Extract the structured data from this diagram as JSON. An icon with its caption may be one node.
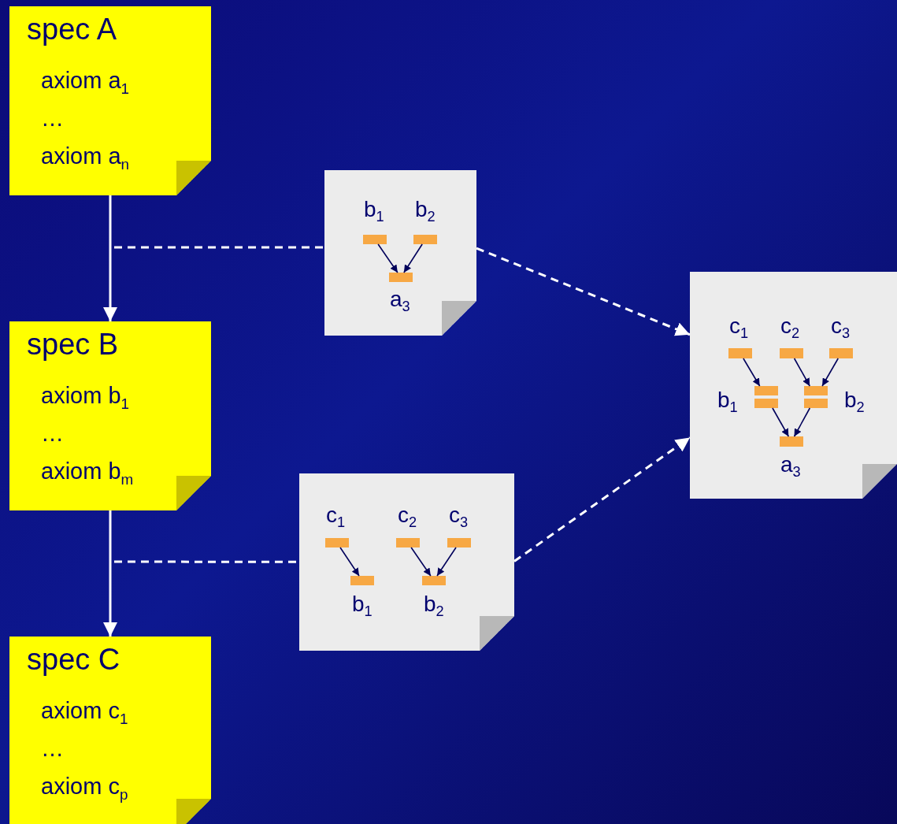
{
  "diagram": {
    "nodes": [
      {
        "text": [
          "spec A",
          "axiom a$_{1}$",
          "…",
          "axiom a$_{n}$"
        ]
      },
      {
        "text": [
          "spec B",
          "axiom b$_{1}$",
          "…",
          "axiom b$_{m}$"
        ]
      },
      {
        "text": [
          "spec C",
          "axiom c$_{1}$",
          "…",
          "axiom c$_{p}$"
        ]
      },
      {
        "text": [],
        "shape": "box"
      },
      {
        "text": [],
        "shape": "bar",
        "in": 3,
        "beside": [
          "b$_{1}$"
        ]
      },
      {
        "text": [],
        "shape": "bar",
        "in": 3,
        "beside": [
          "b$_{2}$"
        ]
      },
      {
        "text": [],
        "shape": "bar",
        "in": 3,
        "beside": [
          "a$_{3}$"
        ]
      },
      {
        "text": [],
        "shape": "box"
      },
      {
        "text": [],
        "shape": "bar",
        "in": 7,
        "beside": [
          "c$_{1}$"
        ]
      },
      {
        "text": [],
        "shape": "bar",
        "in": 7,
        "beside": [
          "c$_{2}$"
        ]
      },
      {
        "text": [],
        "shape": "bar",
        "in": 7,
        "beside": [
          "c$_{3}$"
        ]
      },
      {
        "text": [],
        "shape": "bar",
        "in": 7,
        "beside": [
          "b$_{1}$"
        ]
      },
      {
        "text": [],
        "shape": "bar",
        "in": 7,
        "beside": [
          "b$_{2}$"
        ]
      },
      {
        "text": [],
        "shape": "box"
      },
      {
        "text": [],
        "shape": "bar",
        "in": 13,
        "beside": [
          "c$_{1}$"
        ]
      },
      {
        "text": [],
        "shape": "bar",
        "in": 13,
        "beside": [
          "c$_{2}$"
        ]
      },
      {
        "text": [],
        "shape": "bar",
        "in": 13,
        "beside": [
          "c$_{3}$"
        ]
      },
      {
        "text": [],
        "shape": "bar",
        "in": 13,
        "beside": [
          "b$_{1}$"
        ]
      },
      {
        "text": [],
        "shape": "bar",
        "in": 13,
        "beside": [
          "b$_{2}$"
        ]
      },
      {
        "text": [],
        "shape": "bar",
        "in": 13,
        "beside": [
          "a$_{3}$"
        ]
      }
    ],
    "edges": [
      {
        "from": 0,
        "to": 1,
        "arrow": "to",
        "color": "#ffffff"
      },
      {
        "from": 1,
        "to": 2,
        "arrow": "to",
        "color": "#ffffff"
      },
      {
        "from": null,
        "to": 3,
        "arrow": "none",
        "style": "dashed",
        "color": "#ffffff"
      },
      {
        "from": null,
        "to": 7,
        "arrow": "none",
        "style": "dashed",
        "color": "#ffffff"
      },
      {
        "from": 3,
        "to": 13,
        "arrow": "to",
        "style": "dashed",
        "color": "#ffffff"
      },
      {
        "from": 7,
        "to": 13,
        "arrow": "to",
        "style": "dashed",
        "color": "#ffffff"
      },
      {
        "from": 4,
        "to": 6,
        "arrow": "to"
      },
      {
        "from": 5,
        "to": 6,
        "arrow": "to"
      },
      {
        "from": 8,
        "to": 11,
        "arrow": "to"
      },
      {
        "from": 9,
        "to": 12,
        "arrow": "to"
      },
      {
        "from": 10,
        "to": 12,
        "arrow": "to"
      },
      {
        "from": 14,
        "to": 17,
        "arrow": "to"
      },
      {
        "from": 15,
        "to": 18,
        "arrow": "to"
      },
      {
        "from": 16,
        "to": 18,
        "arrow": "to"
      },
      {
        "from": 17,
        "to": 19,
        "arrow": "to"
      },
      {
        "from": 18,
        "to": 19,
        "arrow": "to"
      }
    ]
  }
}
